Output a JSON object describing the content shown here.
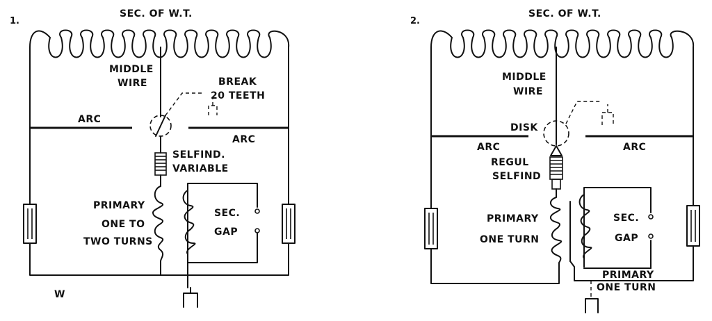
{
  "figure1": {
    "number": "1.",
    "sec_wt": "SEC. OF W.T.",
    "middle_wire_1": "MIDDLE",
    "middle_wire_2": "WIRE",
    "break_1": "BREAK",
    "break_2": "20 TEETH",
    "arc_left": "ARC",
    "arc_right": "ARC",
    "selfind_1": "SELFIND.",
    "selfind_2": "VARIABLE",
    "primary_1": "PRIMARY",
    "primary_2": "ONE TO",
    "primary_3": "TWO TURNS",
    "sec_gap_1": "SEC.",
    "sec_gap_2": "GAP",
    "w_label": "W"
  },
  "figure2": {
    "number": "2.",
    "sec_wt": "SEC. OF W.T.",
    "middle_wire_1": "MIDDLE",
    "middle_wire_2": "WIRE",
    "disk": "DISK",
    "arc_left": "ARC",
    "arc_right": "ARC",
    "regul_1": "REGUL",
    "regul_2": "SELFIND",
    "primary_1": "PRIMARY",
    "primary_2": "ONE TURN",
    "sec_gap_1": "SEC.",
    "sec_gap_2": "GAP",
    "primary_b1": "PRIMARY",
    "primary_b2": "ONE TURN"
  }
}
